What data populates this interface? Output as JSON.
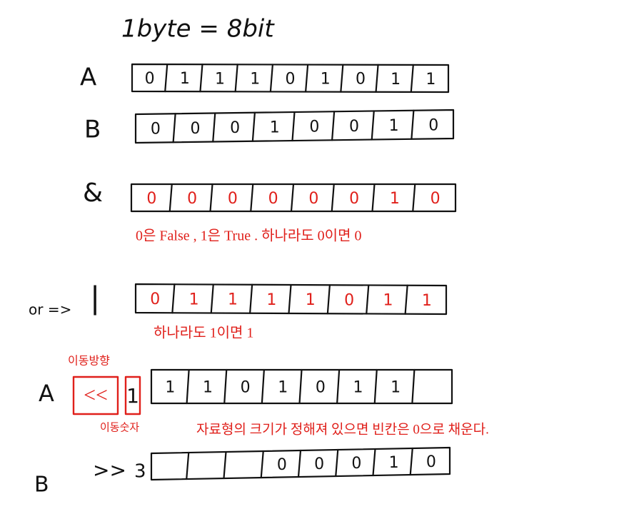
{
  "title": "1byte = 8bit",
  "rows": {
    "a": {
      "label": "A",
      "bits": [
        "0",
        "1",
        "1",
        "1",
        "0",
        "1",
        "0",
        "1",
        "1"
      ]
    },
    "b": {
      "label": "B",
      "bits": [
        "0",
        "0",
        "0",
        "1",
        "0",
        "0",
        "1",
        "0"
      ]
    },
    "and": {
      "label": "&",
      "bits": [
        "0",
        "0",
        "0",
        "0",
        "0",
        "0",
        "1",
        "0"
      ]
    },
    "or": {
      "prefix": "or =>",
      "label": "|",
      "bits": [
        "0",
        "1",
        "1",
        "1",
        "1",
        "0",
        "1",
        "1"
      ]
    },
    "shift_left": {
      "label": "A",
      "operator": "<<",
      "amount": "1",
      "bits": [
        "1",
        "1",
        "0",
        "1",
        "0",
        "1",
        "1",
        ""
      ]
    },
    "shift_right": {
      "label": "B",
      "operator": ">>",
      "amount": "3",
      "bits": [
        "",
        "",
        "",
        "0",
        "0",
        "0",
        "1",
        "0"
      ]
    }
  },
  "notes": {
    "and_note": "0은 False , 1은 True . 하나라도 0이면 0",
    "or_note": "하나라도 1이면 1",
    "direction_label": "이동방향",
    "count_label": "이동숫자",
    "shift_note": "자료형의 크기가 정해져 있으면 빈칸은 0으로 채운다."
  },
  "colors": {
    "ink": "#111111",
    "red_ink": "#e0201b",
    "background": "#ffffff"
  }
}
